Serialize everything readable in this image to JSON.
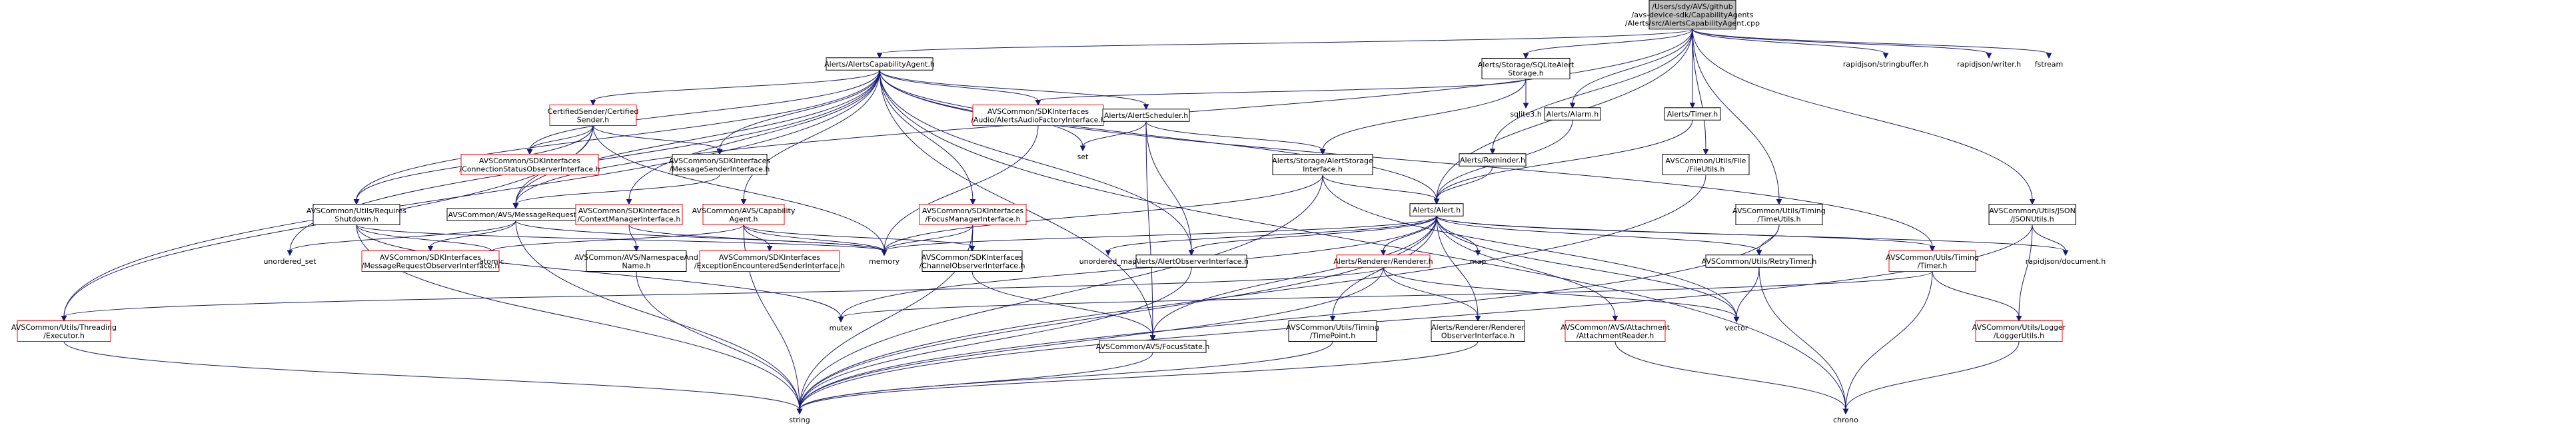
{
  "graph": {
    "nodes": [
      {
        "id": "root",
        "lines": [
          "/Users/sdy/AVS/github",
          "/avs-device-sdk/CapabilityAgents",
          "/Alerts/src/AlertsCapabilityAgent.cpp"
        ],
        "style": "root"
      },
      {
        "id": "aca",
        "lines": [
          "Alerts/AlertsCapabilityAgent.h"
        ],
        "style": "box"
      },
      {
        "id": "sqlite",
        "lines": [
          "Alerts/Storage/SQLiteAlert",
          "Storage.h"
        ],
        "style": "box"
      },
      {
        "id": "rj_sb",
        "lines": [
          "rapidjson/stringbuffer.h"
        ],
        "style": "plain"
      },
      {
        "id": "rj_w",
        "lines": [
          "rapidjson/writer.h"
        ],
        "style": "plain"
      },
      {
        "id": "fstream",
        "lines": [
          "fstream"
        ],
        "style": "plain"
      },
      {
        "id": "alarm",
        "lines": [
          "Alerts/Alarm.h"
        ],
        "style": "box"
      },
      {
        "id": "timer_a",
        "lines": [
          "Alerts/Timer.h"
        ],
        "style": "box"
      },
      {
        "id": "certsender",
        "lines": [
          "CertifiedSender/Certified",
          "Sender.h"
        ],
        "style": "red"
      },
      {
        "id": "audiofactory",
        "lines": [
          "AVSCommon/SDKInterfaces",
          "/Audio/AlertsAudioFactoryInterface.h"
        ],
        "style": "red"
      },
      {
        "id": "scheduler",
        "lines": [
          "Alerts/AlertScheduler.h"
        ],
        "style": "box"
      },
      {
        "id": "sqlite3",
        "lines": [
          "sqlite3.h"
        ],
        "style": "plain"
      },
      {
        "id": "reminder",
        "lines": [
          "Alerts/Reminder.h"
        ],
        "style": "box"
      },
      {
        "id": "fileutils",
        "lines": [
          "AVSCommon/Utils/File",
          "/FileUtils.h"
        ],
        "style": "box"
      },
      {
        "id": "timeutils",
        "lines": [
          "AVSCommon/Utils/Timing",
          "/TimeUtils.h"
        ],
        "style": "box"
      },
      {
        "id": "jsonutils",
        "lines": [
          "AVSCommon/Utils/JSON",
          "/JSONUtils.h"
        ],
        "style": "box"
      },
      {
        "id": "connstatus",
        "lines": [
          "AVSCommon/SDKInterfaces",
          "/ConnectionStatusObserverInterface.h"
        ],
        "style": "red"
      },
      {
        "id": "msgsender",
        "lines": [
          "AVSCommon/SDKInterfaces",
          "/MessageSenderInterface.h"
        ],
        "style": "box"
      },
      {
        "id": "set",
        "lines": [
          "set"
        ],
        "style": "plain"
      },
      {
        "id": "alertstorage",
        "lines": [
          "Alerts/Storage/AlertStorage",
          "Interface.h"
        ],
        "style": "box"
      },
      {
        "id": "reqshutdown",
        "lines": [
          "AVSCommon/Utils/Requires",
          "Shutdown.h"
        ],
        "style": "box"
      },
      {
        "id": "msgrequest",
        "lines": [
          "AVSCommon/AVS/MessageRequest.h"
        ],
        "style": "box"
      },
      {
        "id": "ctxmgr",
        "lines": [
          "AVSCommon/SDKInterfaces",
          "/ContextManagerInterface.h"
        ],
        "style": "red"
      },
      {
        "id": "capagent",
        "lines": [
          "AVSCommon/AVS/Capability",
          "Agent.h"
        ],
        "style": "red"
      },
      {
        "id": "focusmgr",
        "lines": [
          "AVSCommon/SDKInterfaces",
          "/FocusManagerInterface.h"
        ],
        "style": "red"
      },
      {
        "id": "alerth",
        "lines": [
          "Alerts/Alert.h"
        ],
        "style": "box"
      },
      {
        "id": "unordered_set",
        "lines": [
          "unordered_set"
        ],
        "style": "plain"
      },
      {
        "id": "msgreqobs",
        "lines": [
          "AVSCommon/SDKInterfaces",
          "/MessageRequestObserverInterface.h"
        ],
        "style": "red"
      },
      {
        "id": "atomic",
        "lines": [
          "atomic"
        ],
        "style": "plain"
      },
      {
        "id": "nsname",
        "lines": [
          "AVSCommon/AVS/NamespaceAnd",
          "Name.h"
        ],
        "style": "box"
      },
      {
        "id": "exception",
        "lines": [
          "AVSCommon/SDKInterfaces",
          "/ExceptionEncounteredSenderInterface.h"
        ],
        "style": "red"
      },
      {
        "id": "memory",
        "lines": [
          "memory"
        ],
        "style": "plain"
      },
      {
        "id": "chanobs",
        "lines": [
          "AVSCommon/SDKInterfaces",
          "/ChannelObserverInterface.h"
        ],
        "style": "box"
      },
      {
        "id": "unordered_map",
        "lines": [
          "unordered_map"
        ],
        "style": "plain"
      },
      {
        "id": "alertobs",
        "lines": [
          "Alerts/AlertObserverInterface.h"
        ],
        "style": "box"
      },
      {
        "id": "renderer",
        "lines": [
          "Alerts/Renderer/Renderer.h"
        ],
        "style": "red"
      },
      {
        "id": "map",
        "lines": [
          "map"
        ],
        "style": "plain"
      },
      {
        "id": "retrytimer",
        "lines": [
          "AVSCommon/Utils/RetryTimer.h"
        ],
        "style": "box"
      },
      {
        "id": "timer_u",
        "lines": [
          "AVSCommon/Utils/Timing",
          "/Timer.h"
        ],
        "style": "red"
      },
      {
        "id": "rj_doc",
        "lines": [
          "rapidjson/document.h"
        ],
        "style": "plain"
      },
      {
        "id": "executor",
        "lines": [
          "AVSCommon/Utils/Threading",
          "/Executor.h"
        ],
        "style": "red"
      },
      {
        "id": "mutex",
        "lines": [
          "mutex"
        ],
        "style": "plain"
      },
      {
        "id": "timepoint",
        "lines": [
          "AVSCommon/Utils/Timing",
          "/TimePoint.h"
        ],
        "style": "box"
      },
      {
        "id": "rendobs",
        "lines": [
          "Alerts/Renderer/Renderer",
          "ObserverInterface.h"
        ],
        "style": "box"
      },
      {
        "id": "attreader",
        "lines": [
          "AVSCommon/AVS/Attachment",
          "/AttachmentReader.h"
        ],
        "style": "red"
      },
      {
        "id": "vector",
        "lines": [
          "vector"
        ],
        "style": "plain"
      },
      {
        "id": "loggerutils",
        "lines": [
          "AVSCommon/Utils/Logger",
          "/LoggerUtils.h"
        ],
        "style": "red"
      },
      {
        "id": "focusstate",
        "lines": [
          "AVSCommon/AVS/FocusState.h"
        ],
        "style": "box"
      },
      {
        "id": "string",
        "lines": [
          "string"
        ],
        "style": "plain"
      },
      {
        "id": "chrono",
        "lines": [
          "chrono"
        ],
        "style": "plain"
      }
    ],
    "edges": [
      [
        "root",
        "aca"
      ],
      [
        "root",
        "sqlite"
      ],
      [
        "root",
        "rj_sb"
      ],
      [
        "root",
        "rj_w"
      ],
      [
        "root",
        "fstream"
      ],
      [
        "root",
        "alarm"
      ],
      [
        "root",
        "timer_a"
      ],
      [
        "root",
        "reminder"
      ],
      [
        "root",
        "fileutils"
      ],
      [
        "root",
        "timeutils"
      ],
      [
        "root",
        "jsonutils"
      ],
      [
        "root",
        "msgrequest"
      ],
      [
        "root",
        "alerth"
      ],
      [
        "aca",
        "certsender"
      ],
      [
        "aca",
        "audiofactory"
      ],
      [
        "aca",
        "scheduler"
      ],
      [
        "aca",
        "connstatus"
      ],
      [
        "aca",
        "msgsender"
      ],
      [
        "aca",
        "set"
      ],
      [
        "aca",
        "reqshutdown"
      ],
      [
        "aca",
        "msgrequest"
      ],
      [
        "aca",
        "ctxmgr"
      ],
      [
        "aca",
        "capagent"
      ],
      [
        "aca",
        "focusmgr"
      ],
      [
        "aca",
        "alerth"
      ],
      [
        "aca",
        "unordered_set"
      ],
      [
        "aca",
        "executor"
      ],
      [
        "aca",
        "alertobs"
      ],
      [
        "aca",
        "focusstate"
      ],
      [
        "aca",
        "timer_u"
      ],
      [
        "aca",
        "chrono"
      ],
      [
        "sqlite",
        "sqlite3"
      ],
      [
        "sqlite",
        "alertstorage"
      ],
      [
        "sqlite",
        "audiofactory"
      ],
      [
        "alarm",
        "alerth"
      ],
      [
        "timer_a",
        "alerth"
      ],
      [
        "reminder",
        "alerth"
      ],
      [
        "certsender",
        "connstatus"
      ],
      [
        "certsender",
        "msgsender"
      ],
      [
        "certsender",
        "reqshutdown"
      ],
      [
        "certsender",
        "msgrequest"
      ],
      [
        "certsender",
        "memory"
      ],
      [
        "certsender",
        "executor"
      ],
      [
        "audiofactory",
        "memory"
      ],
      [
        "scheduler",
        "set"
      ],
      [
        "scheduler",
        "alertstorage"
      ],
      [
        "scheduler",
        "alertobs"
      ],
      [
        "scheduler",
        "focusstate"
      ],
      [
        "fileutils",
        "string"
      ],
      [
        "timeutils",
        "retrytimer"
      ],
      [
        "timeutils",
        "string"
      ],
      [
        "jsonutils",
        "rj_doc"
      ],
      [
        "jsonutils",
        "loggerutils"
      ],
      [
        "jsonutils",
        "string"
      ],
      [
        "msgsender",
        "msgrequest"
      ],
      [
        "alertstorage",
        "alerth"
      ],
      [
        "alertstorage",
        "memory"
      ],
      [
        "alertstorage",
        "string"
      ],
      [
        "alertstorage",
        "vector"
      ],
      [
        "reqshutdown",
        "atomic"
      ],
      [
        "reqshutdown",
        "memory"
      ],
      [
        "reqshutdown",
        "mutex"
      ],
      [
        "reqshutdown",
        "string"
      ],
      [
        "msgrequest",
        "msgreqobs"
      ],
      [
        "msgrequest",
        "memory"
      ],
      [
        "msgrequest",
        "string"
      ],
      [
        "msgrequest",
        "unordered_set"
      ],
      [
        "ctxmgr",
        "memory"
      ],
      [
        "ctxmgr",
        "nsname"
      ],
      [
        "capagent",
        "atomic"
      ],
      [
        "capagent",
        "exception"
      ],
      [
        "capagent",
        "memory"
      ],
      [
        "capagent",
        "chanobs"
      ],
      [
        "capagent",
        "string"
      ],
      [
        "focusmgr",
        "chanobs"
      ],
      [
        "focusmgr",
        "memory"
      ],
      [
        "focusmgr",
        "string"
      ],
      [
        "alerth",
        "alertobs"
      ],
      [
        "alerth",
        "renderer"
      ],
      [
        "alerth",
        "map"
      ],
      [
        "alerth",
        "retrytimer"
      ],
      [
        "alerth",
        "timer_u"
      ],
      [
        "alerth",
        "rj_doc"
      ],
      [
        "alerth",
        "mutex"
      ],
      [
        "alerth",
        "timepoint"
      ],
      [
        "alerth",
        "rendobs"
      ],
      [
        "alerth",
        "attreader"
      ],
      [
        "alerth",
        "vector"
      ],
      [
        "alerth",
        "focusstate"
      ],
      [
        "alerth",
        "string"
      ],
      [
        "alerth",
        "memory"
      ],
      [
        "alerth",
        "unordered_map"
      ],
      [
        "nsname",
        "string"
      ],
      [
        "chanobs",
        "focusstate"
      ],
      [
        "alertobs",
        "string"
      ],
      [
        "renderer",
        "executor"
      ],
      [
        "renderer",
        "rendobs"
      ],
      [
        "renderer",
        "vector"
      ],
      [
        "renderer",
        "string"
      ],
      [
        "retrytimer",
        "vector"
      ],
      [
        "retrytimer",
        "chrono"
      ],
      [
        "timer_u",
        "chrono"
      ],
      [
        "timer_u",
        "loggerutils"
      ],
      [
        "timer_u",
        "mutex"
      ],
      [
        "timepoint",
        "string"
      ],
      [
        "rendobs",
        "string"
      ],
      [
        "attreader",
        "chrono"
      ],
      [
        "loggerutils",
        "chrono"
      ],
      [
        "focusstate",
        "string"
      ],
      [
        "executor",
        "string"
      ]
    ]
  }
}
